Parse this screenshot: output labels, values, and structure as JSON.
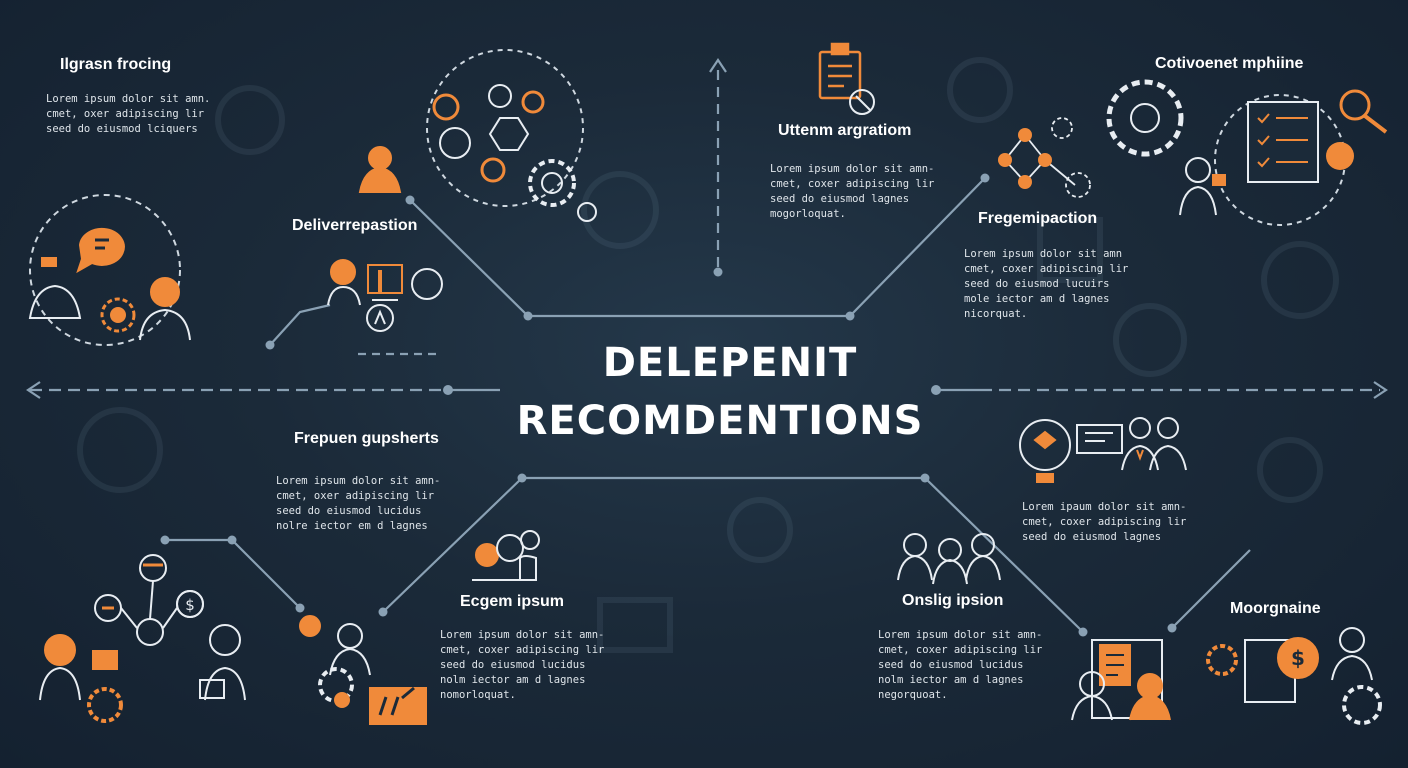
{
  "title": {
    "line1": "DELEPENIT",
    "line2": "RECOMDENTIONS"
  },
  "colors": {
    "background": "#1b2a39",
    "accent": "#f08a3a",
    "line": "#8aa1b4",
    "text": "#ffffff"
  },
  "sections": [
    {
      "id": "top-left",
      "heading": "Ilgrasn frocing",
      "lines": [
        "Lorem ipsum dolor sit amn.",
        "cmet, oxer adipiscing lir",
        "seed do eiusmod lciquers"
      ],
      "icon": "speech-bubble-worker-icon"
    },
    {
      "id": "upper-left",
      "heading": "Deliverrepastion",
      "lines": [],
      "icon": "presenter-chart-icon"
    },
    {
      "id": "top-center",
      "heading": "Uttenm argratiom",
      "lines": [
        "Lorem ipsum dolor sit amn-",
        "cmet, coxer adipiscing lir",
        "seed do eiusmod lagnes",
        "mogorloquat."
      ],
      "icon": "clipboard-icon"
    },
    {
      "id": "center-right",
      "heading": "Fregemipaction",
      "lines": [
        "Lorem ipsum dolor sit amn",
        "cmet, coxer adipiscing lir",
        "seed do eiusmod lucuirs",
        "mole iector am d lagnes",
        "nicorquat."
      ],
      "icon": "network-nodes-icon"
    },
    {
      "id": "top-right",
      "heading": "Cotivoenet mphiine",
      "lines": [],
      "icon": "checklist-magnifier-icon"
    },
    {
      "id": "lower-left",
      "heading": "Frepuen gupsherts",
      "lines": [
        "Lorem ipsum dolor sit amn-",
        "cmet, oxer adipiscing lir",
        "seed do eiusmod lucidus",
        "nolre iector em d lagnes"
      ],
      "icon": "team-network-icon"
    },
    {
      "id": "bottom-center",
      "heading": "Ecgem ipsum",
      "lines": [
        "Lorem ipsum dolor sit amn-",
        "cmet, coxer adipiscing lir",
        "seed do eiusmod lucidus",
        "nolm iector am d lagnes",
        "nomorloquat."
      ],
      "icon": "support-agent-icon"
    },
    {
      "id": "bottom-right",
      "heading": "Onslig ipsion",
      "lines": [
        "Lorem ipsum dolor sit amn-",
        "cmet, coxer adipiscing lir",
        "seed do eiusmod lucidus",
        "nolm iector am d lagnes",
        "negorquoat."
      ],
      "icon": "people-group-icon"
    },
    {
      "id": "mid-right",
      "heading": "",
      "lines": [
        "Lorem ipaum dolor sit amn-",
        "cmet, coxer adipiscing lir",
        "seed do eiusmod lagnes"
      ],
      "icon": "lightbulb-meeting-icon"
    },
    {
      "id": "far-bottom-right",
      "heading": "Moorgnaine",
      "lines": [],
      "icon": "finance-document-icon"
    }
  ]
}
